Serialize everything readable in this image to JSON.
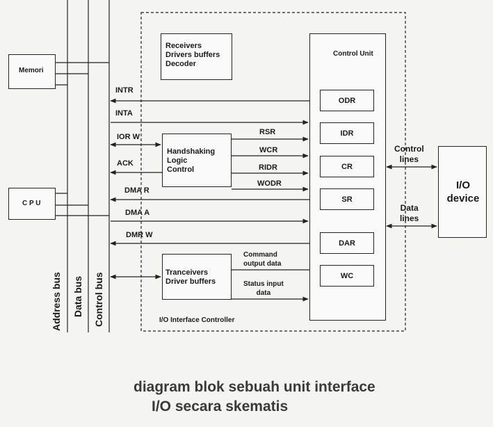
{
  "blocks": {
    "memori": "Memori",
    "cpu": "C P U",
    "rdd": "Receivers\nDrivers buffers\nDecoder",
    "control_unit": "Control Unit",
    "handshaking": "Handshaking\nLogic\nControl",
    "tranceivers": "Tranceivers\nDriver buffers",
    "io_device": "I/O\ndevice",
    "controller_label": "I/O Interface Controller"
  },
  "registers": [
    "ODR",
    "IDR",
    "CR",
    "SR",
    "DAR",
    "WC"
  ],
  "signals": {
    "intr": "INTR",
    "inta": "INTA",
    "iorw": "IOR W",
    "ack": "ACK",
    "dmar": "DMA R",
    "dmaa": "DMA A",
    "dmrw": "DMR W",
    "rsr": "RSR",
    "wcr": "WCR",
    "ridr": "RIDR",
    "wodr": "WODR",
    "command": "Command\noutput data",
    "status": "Status input\ndata",
    "control_lines": "Control\nlines",
    "data_lines": "Data\nlines"
  },
  "buses": {
    "address": "Address bus",
    "data": "Data bus",
    "control": "Control bus"
  },
  "caption": {
    "line1": "diagram blok sebuah unit interface",
    "line2": "I/O secara skematis"
  }
}
